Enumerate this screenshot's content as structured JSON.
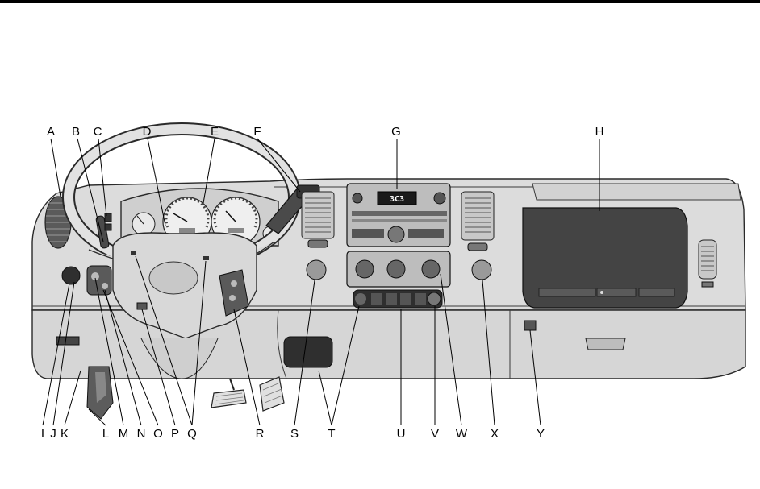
{
  "figure": {
    "top_labels": [
      "A",
      "B",
      "C",
      "D",
      "E",
      "F",
      "G",
      "H"
    ],
    "bottom_labels": [
      "I",
      "J",
      "K",
      "L",
      "M",
      "N",
      "O",
      "P",
      "Q",
      "R",
      "S",
      "T",
      "U",
      "V",
      "W",
      "X",
      "Y"
    ],
    "radio_display": "3C3"
  },
  "colors": {
    "panel_fill": "#dcdcdc",
    "panel_shade": "#c4c4c4",
    "dark_fill": "#4a4a4a",
    "outline": "#2a2a2a",
    "rule": "#000000"
  }
}
